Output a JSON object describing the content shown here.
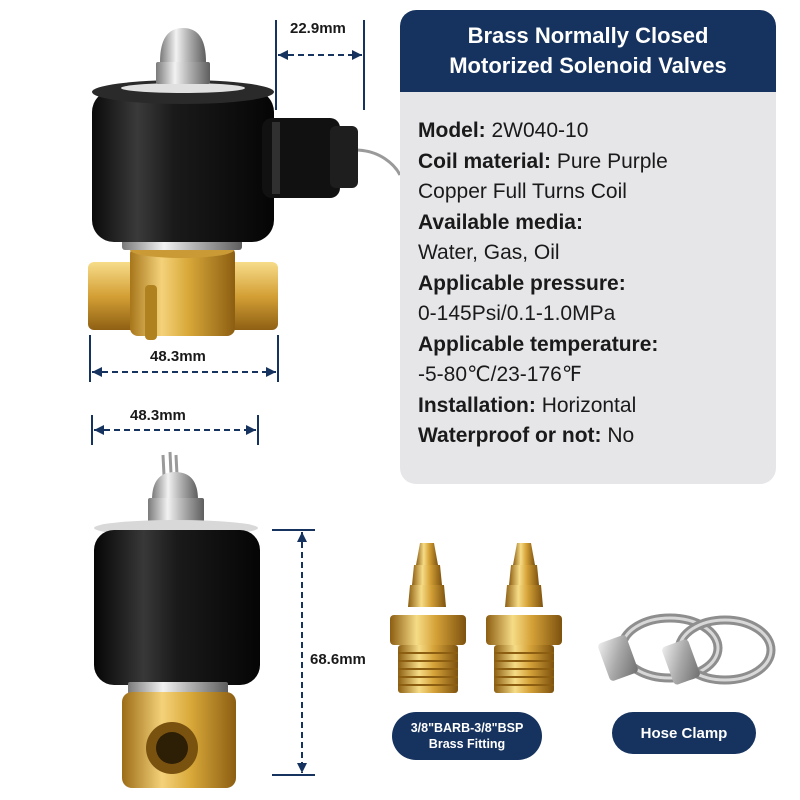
{
  "panel": {
    "title_line1": "Brass Normally Closed",
    "title_line2": "Motorized Solenoid Valves",
    "specs": [
      {
        "label": "Model: ",
        "value": "2W040-10"
      },
      {
        "label": "Coil material: ",
        "value": "Pure Purple"
      },
      {
        "label": "",
        "value": "Copper Full Turns Coil"
      },
      {
        "label": "Available media:",
        "value": ""
      },
      {
        "label": "",
        "value": "Water, Gas, Oil"
      },
      {
        "label": "Applicable pressure:",
        "value": ""
      },
      {
        "label": "",
        "value": "0-145Psi/0.1-1.0MPa"
      },
      {
        "label": "Applicable temperature:",
        "value": ""
      },
      {
        "label": "",
        "value": "-5-80℃/23-176℉"
      },
      {
        "label": "Installation: ",
        "value": "Horizontal"
      },
      {
        "label": "Waterproof or not: ",
        "value": "No"
      }
    ]
  },
  "dimensions": {
    "top_connector_width": "22.9mm",
    "top_body_width": "48.3mm",
    "bottom_body_width": "48.3mm",
    "bottom_height": "68.6mm"
  },
  "labels": {
    "fitting_line1": "3/8\"BARB-3/8\"BSP",
    "fitting_line2": "Brass Fitting",
    "hose_clamp": "Hose Clamp"
  },
  "colors": {
    "navy": "#16335f",
    "panel_gray": "#e6e6e9",
    "brass": "#d9a93a",
    "coil_black": "#141414"
  }
}
